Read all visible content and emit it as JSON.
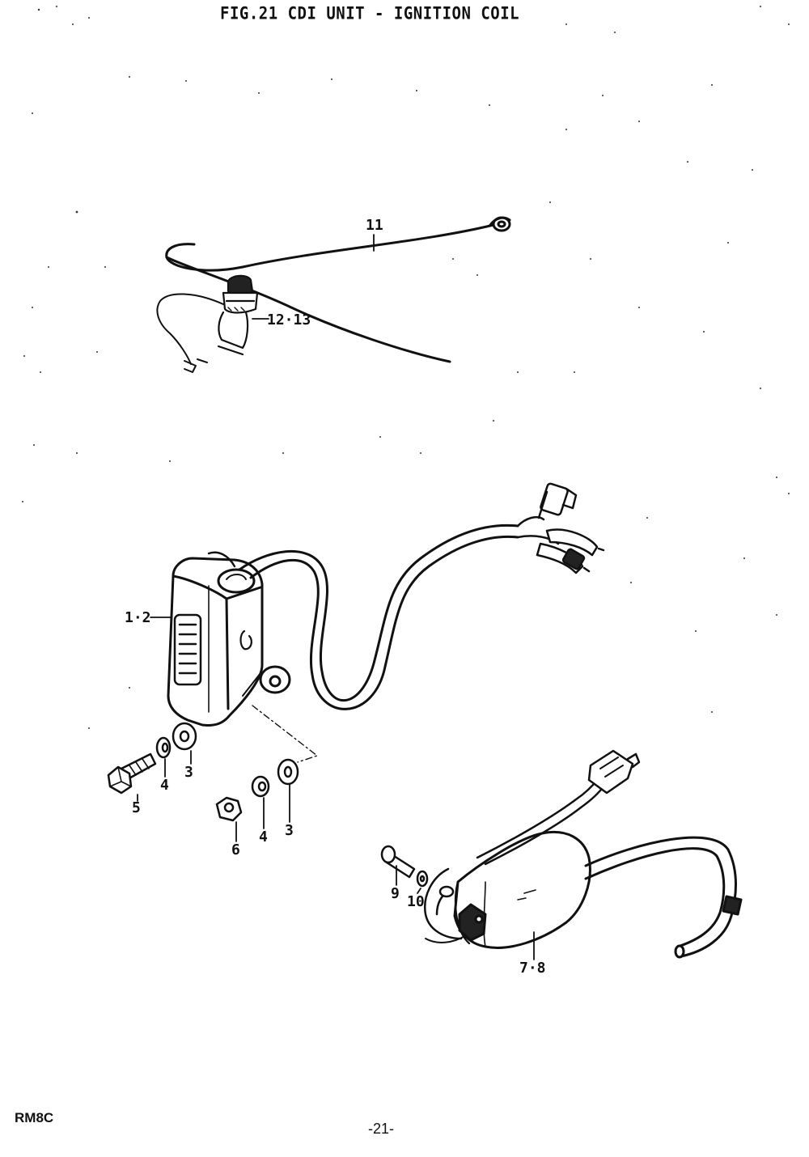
{
  "figure": {
    "title": "FIG.21  CDI UNIT - IGNITION COIL",
    "model": "RM8C",
    "page_number": "-21-"
  },
  "callouts": {
    "c11": "11",
    "c12_13": "12·13",
    "c1_2": "1·2",
    "c3a": "3",
    "c4a": "4",
    "c5": "5",
    "c4b": "4",
    "c3b": "3",
    "c6": "6",
    "c9": "9",
    "c10": "10",
    "c7_8": "7·8"
  },
  "parts": [
    {
      "name": "ground-wire-terminal",
      "ref": "11"
    },
    {
      "name": "kill-switch",
      "ref": "12·13"
    },
    {
      "name": "cdi-unit",
      "ref": "1·2"
    },
    {
      "name": "washer",
      "ref": "3"
    },
    {
      "name": "lock-washer",
      "ref": "4"
    },
    {
      "name": "bolt",
      "ref": "5"
    },
    {
      "name": "nut",
      "ref": "6"
    },
    {
      "name": "ignition-coil",
      "ref": "7·8"
    },
    {
      "name": "coil-bolt",
      "ref": "9"
    },
    {
      "name": "coil-washer",
      "ref": "10"
    }
  ]
}
